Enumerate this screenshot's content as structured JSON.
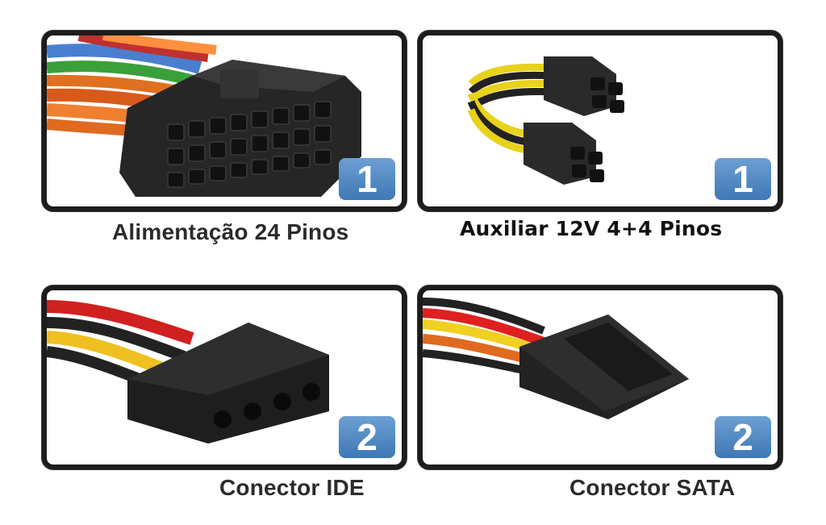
{
  "panels": [
    {
      "id": "atx24",
      "badge": "1",
      "caption": "Alimentação 24 Pinos",
      "connector_icon": "atx-24-pin-connector-icon"
    },
    {
      "id": "eps12v",
      "badge": "1",
      "caption": "Auxiliar 12V 4+4 Pinos",
      "connector_icon": "eps-12v-4plus4-connector-icon"
    },
    {
      "id": "molex",
      "badge": "2",
      "caption": "Conector IDE",
      "connector_icon": "molex-ide-connector-icon"
    },
    {
      "id": "sata",
      "badge": "2",
      "caption": "Conector SATA",
      "connector_icon": "sata-power-connector-icon"
    }
  ],
  "colors": {
    "badge": "#4a85c2",
    "frame": "#1c1c1c",
    "connector": "#262626"
  }
}
